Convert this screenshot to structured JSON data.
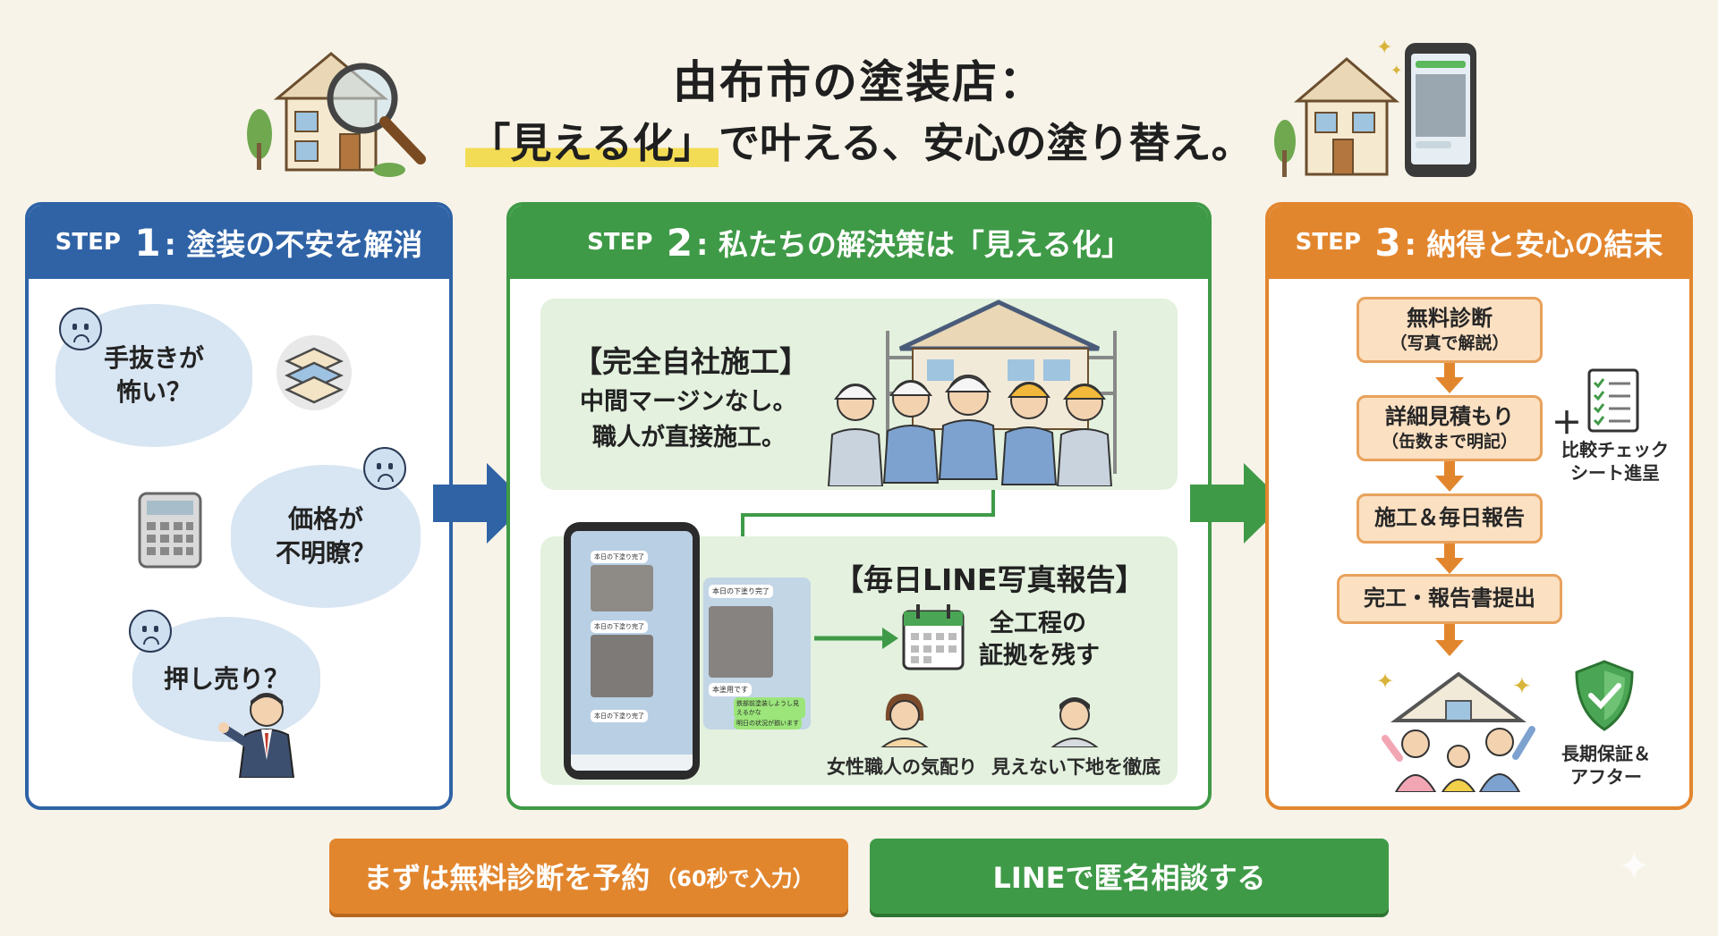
{
  "title": {
    "line1": "由布市の塗装店：",
    "line2_highlight": "「見える化」",
    "line2_rest": "で叶える、安心の塗り替え。"
  },
  "step1": {
    "step_label": "STEP",
    "num": "1",
    "heading": ": 塗装の不安を解消",
    "worry1": "手抜きが\n怖い？",
    "worry2": "価格が\n不明瞭？",
    "worry3": "押し売り？"
  },
  "step2": {
    "step_label": "STEP",
    "num": "2",
    "heading": ": 私たちの解決策は「見える化」",
    "box1_title": "【完全自社施工】",
    "box1_line1": "中間マージンなし。",
    "box1_line2": "職人が直接施工。",
    "box2_title": "【毎日LINE写真報告】",
    "evidence_line1": "全工程の",
    "evidence_line2": "証拠を残す",
    "female_worker": "女性職人の気配り",
    "hidden_base": "見えない下地を徹底",
    "chat_messages": [
      "本日の下塗り完了",
      "本日の下塗り完了",
      "本日の下塗り完了",
      "本日の下塗り完了",
      "本塗用です",
      "鉄部前塗装しようし見えるかな",
      "明日の状況が揃います"
    ]
  },
  "step3": {
    "step_label": "STEP",
    "num": "3",
    "heading": ": 納得と安心の結末",
    "flow": [
      {
        "main": "無料診断",
        "sub": "（写真で解説）"
      },
      {
        "main": "詳細見積もり",
        "sub": "（缶数まで明記）"
      },
      {
        "main": "施工＆毎日報告",
        "sub": ""
      },
      {
        "main": "完工・報告書提出",
        "sub": ""
      }
    ],
    "plus": "＋",
    "checklist_label": "比較チェック\nシート進呈",
    "warranty_label": "長期保証＆\nアフター"
  },
  "cta": {
    "reserve": "まずは無料診断を予約",
    "reserve_small": "（60秒で入力）",
    "line": "LINEで匿名相談する"
  },
  "colors": {
    "blue": "#2f63a6",
    "green": "#3f9a47",
    "orange": "#e2862e",
    "background": "#f7f3e8"
  }
}
